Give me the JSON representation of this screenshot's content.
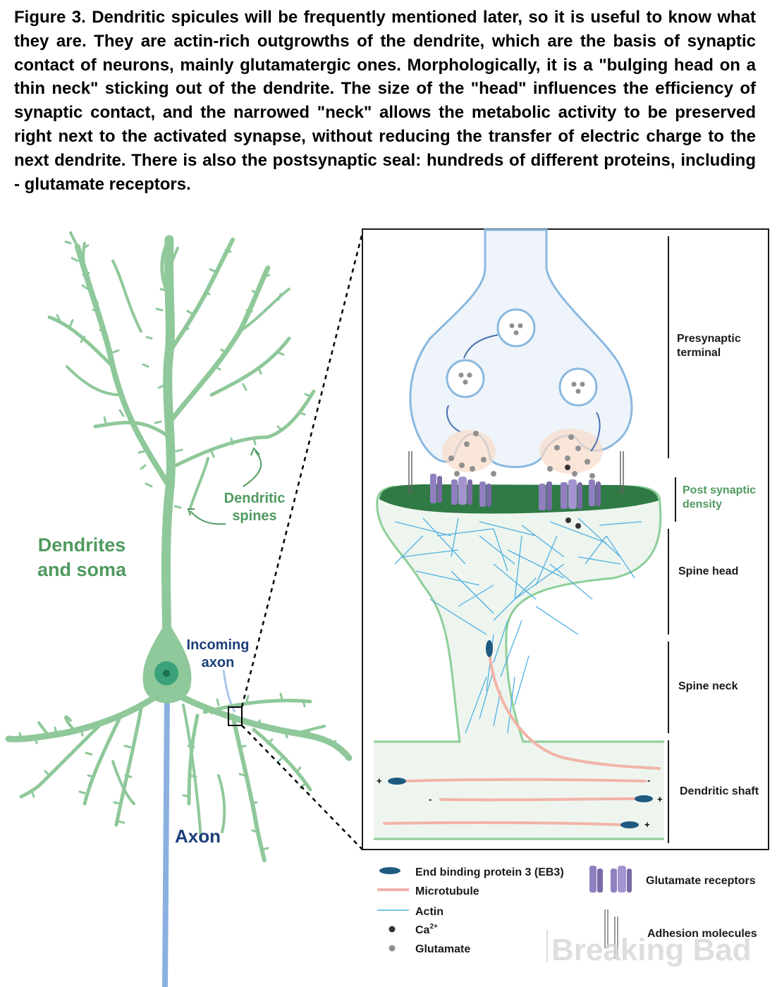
{
  "caption": "Figure 3. Dendritic spicules will be frequently mentioned later, so it is useful to know what they are. They are actin-rich outgrowths of the dendrite, which are the basis of synaptic contact of neurons, mainly glutamatergic ones. Morphologically, it is a \"bulging head on a thin neck\" sticking out of the dendrite. The size of the \"head\" influences the efficiency of synaptic contact, and the narrowed \"neck\" allows the metabolic activity to be preserved right next to the activated synapse, without reducing the transfer of electric charge to the next dendrite. There is also the postsynaptic seal: hundreds of different proteins, including - glutamate receptors.",
  "neuron": {
    "dendrites_line1": "Dendrites",
    "dendrites_line2": "and soma",
    "spines_line1": "Dendritic",
    "spines_line2": "spines",
    "incoming_line1": "Incoming",
    "incoming_line2": "axon",
    "axon": "Axon"
  },
  "synapse": {
    "presynaptic_line1": "Presynaptic",
    "presynaptic_line2": "terminal",
    "psd_line1": "Post synaptic",
    "psd_line2": "density",
    "spine_head": "Spine head",
    "spine_neck": "Spine neck",
    "dendritic_shaft": "Dendritic shaft"
  },
  "legend": {
    "eb3": "End binding protein 3 (EB3)",
    "microtubule": "Microtubule",
    "actin": "Actin",
    "ca_base": "Ca",
    "ca_sup": "2+",
    "glutamate": "Glutamate",
    "glutamate_receptors": "Glutamate receptors",
    "adhesion": "Adhesion molecules"
  },
  "watermark": "Breaking Bad",
  "colors": {
    "neuron_green": "#8fc89a",
    "label_green": "#4f9a5f",
    "label_blue": "#1d3f7a",
    "axon_blue": "#8ab0e0",
    "membrane_blue": "#8ab8e0",
    "psd_green": "#2f7a45",
    "actin": "#4fb0e0",
    "microtubule": "#f3b3a8",
    "eb3": "#1e5a80",
    "receptor": "#9080c0"
  }
}
